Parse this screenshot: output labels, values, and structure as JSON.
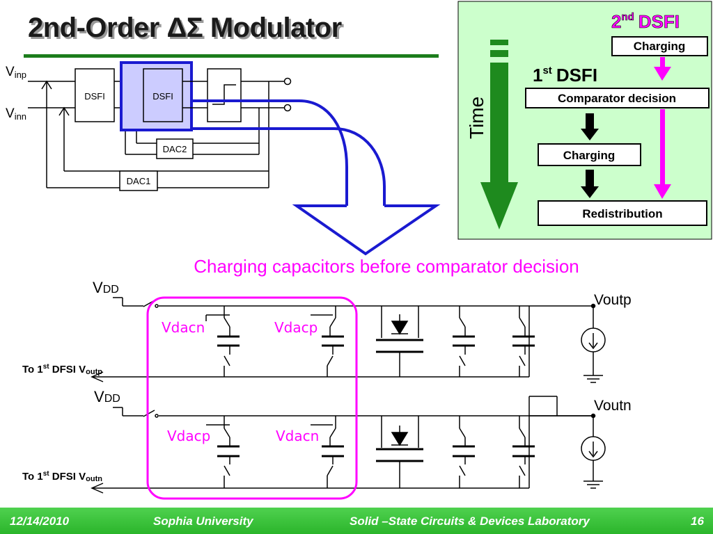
{
  "title": "2nd-Order ΔΣ Modulator",
  "modulator": {
    "vinp_base": "V",
    "vinp_sub": "inp",
    "vinn_base": "V",
    "vinn_sub": "inn",
    "block1": "DSFI",
    "block2": "DSFI",
    "dac2": "DAC2",
    "dac1": "DAC1"
  },
  "timing": {
    "time_label": "Time",
    "second_dsfi_num": "2",
    "second_dsfi_sup": "nd",
    "second_dsfi_word": "DSFI",
    "first_dsfi_num": "1",
    "first_dsfi_sup": "st",
    "first_dsfi_word": "DSFI",
    "box_charging_top": "Charging",
    "box_comparator": "Comparator decision",
    "box_charging": "Charging",
    "box_redistribution": "Redistribution"
  },
  "circuit": {
    "caption": "Charging capacitors before comparator decision",
    "vdd_base": "V",
    "vdd_sub": "DD",
    "vdd2_base": "V",
    "vdd2_sub": "DD",
    "voutp": "Voutp",
    "voutn": "Voutn",
    "vdacn_top": "Vdacn",
    "vdacp_top": "Vdacp",
    "vdacp_bottom": "Vdacp",
    "vdacn_bottom": "Vdacn",
    "to_outp_pre": "To 1",
    "to_outp_sup": "st",
    "to_outp_mid": " DFSI V",
    "to_outp_sub": "outp",
    "to_outn_pre": "To 1",
    "to_outn_sup": "st",
    "to_outn_mid": " DFSI V",
    "to_outn_sub": "outn"
  },
  "footer": {
    "date": "12/14/2010",
    "university": "Sophia University",
    "lab": "Solid –State Circuits & Devices Laboratory",
    "page": "16"
  },
  "colors": {
    "title_rule": "#1c7d1c",
    "highlight_blue": "#1a1ad0",
    "magenta": "#ff00ff",
    "time_arrow_green": "#1e8a1e",
    "timing_panel_bg": "#ccffcc",
    "footer_green": "#33bb33"
  }
}
